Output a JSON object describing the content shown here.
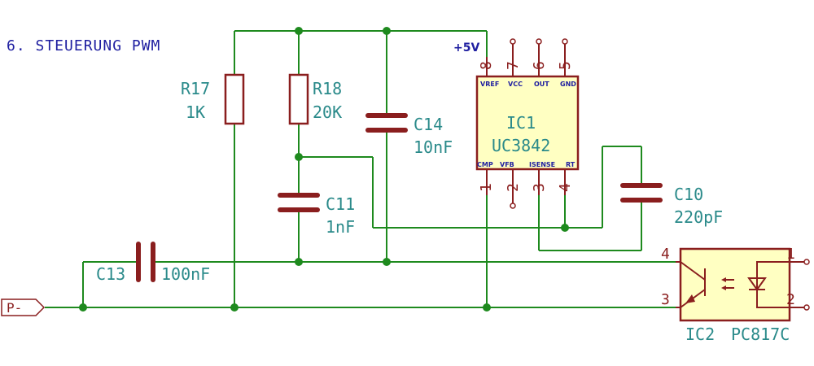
{
  "title": "6. STEUERUNG PWM",
  "power_label": "+5V",
  "port_label": "P-",
  "components": {
    "r17": {
      "ref": "R17",
      "value": "1K"
    },
    "r18": {
      "ref": "R18",
      "value": "20K"
    },
    "c14": {
      "ref": "C14",
      "value": "10nF"
    },
    "c11": {
      "ref": "C11",
      "value": "1nF"
    },
    "c13": {
      "ref": "C13",
      "value": "100nF"
    },
    "c10": {
      "ref": "C10",
      "value": "220pF"
    },
    "ic1": {
      "ref": "IC1",
      "value": "UC3842",
      "top_pins": [
        {
          "num": "8",
          "name": "VREF"
        },
        {
          "num": "7",
          "name": "VCC"
        },
        {
          "num": "6",
          "name": "OUT"
        },
        {
          "num": "5",
          "name": "GND"
        }
      ],
      "bottom_pins": [
        {
          "num": "1",
          "name": "CMP"
        },
        {
          "num": "2",
          "name": "VFB"
        },
        {
          "num": "3",
          "name": "ISENSE"
        },
        {
          "num": "4",
          "name": "RT"
        }
      ]
    },
    "ic2": {
      "ref": "IC2",
      "value": "PC817C",
      "pins": [
        "4",
        "3",
        "1",
        "2"
      ]
    }
  }
}
